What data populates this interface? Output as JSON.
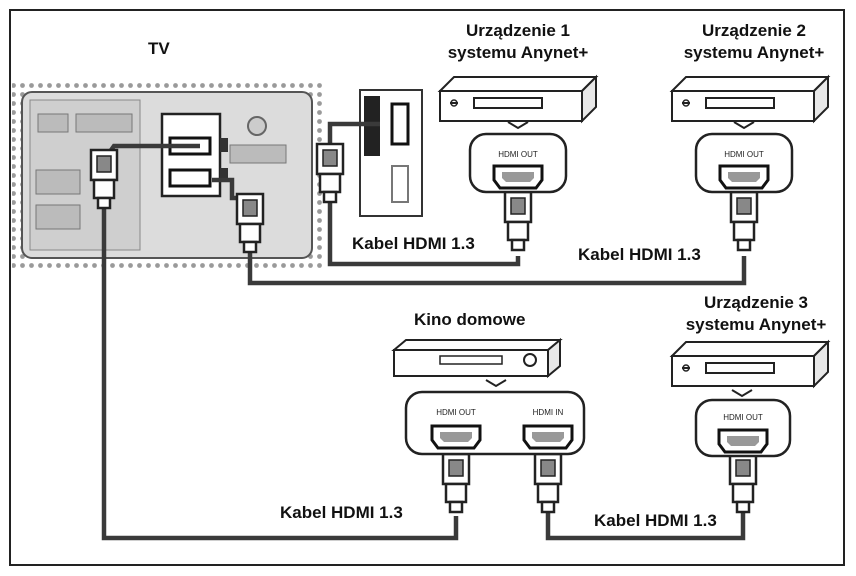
{
  "labels": {
    "tv": "TV",
    "device1": [
      "Urządzenie 1",
      "systemu Anynet+"
    ],
    "device2": [
      "Urządzenie 2",
      "systemu Anynet+"
    ],
    "device3": [
      "Urządzenie 3",
      "systemu Anynet+"
    ],
    "home_theater": "Kino domowe",
    "cable": "Kabel HDMI 1.3"
  },
  "ports": {
    "hdmi_out": "HDMI OUT",
    "hdmi_in": "HDMI IN"
  }
}
